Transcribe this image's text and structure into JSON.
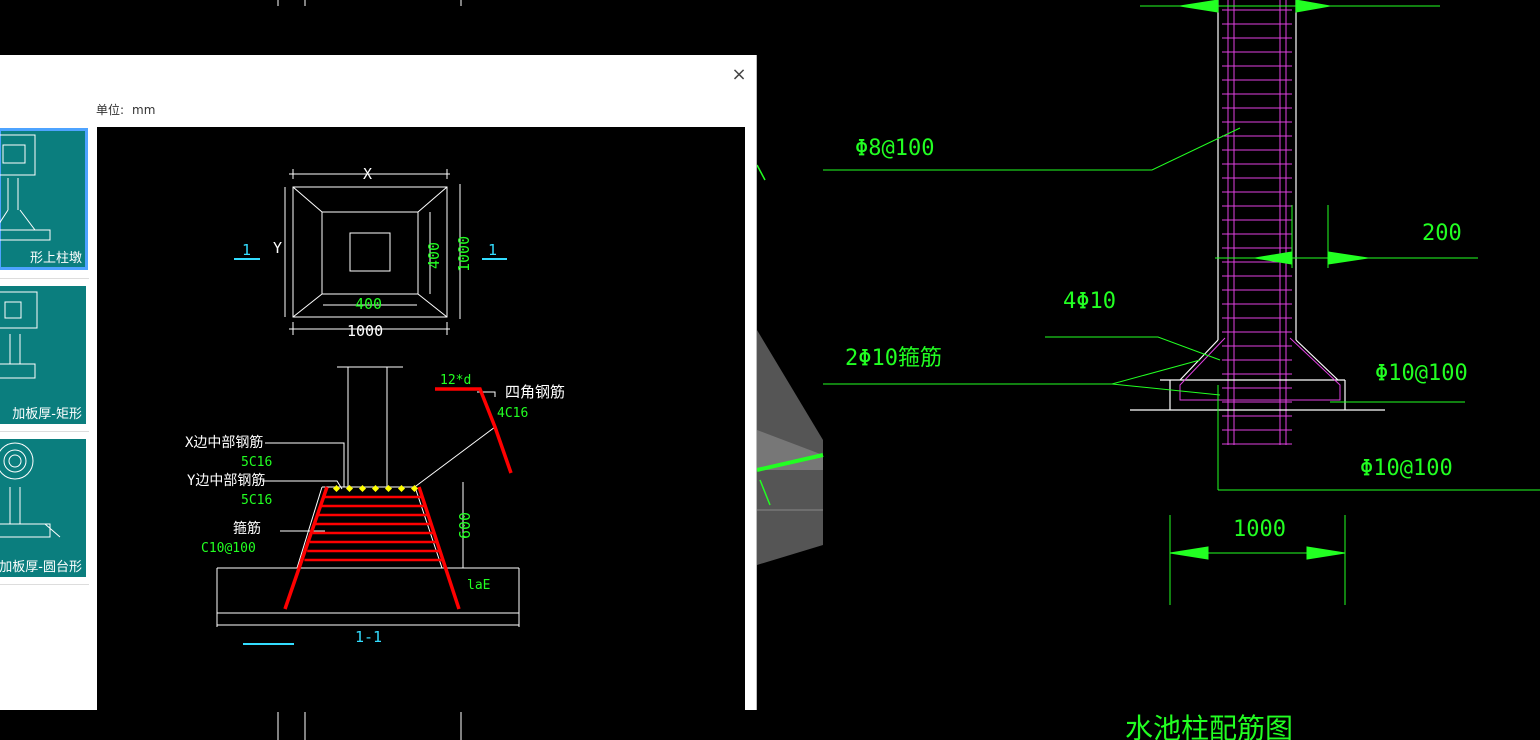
{
  "dialog": {
    "unit_label": "单位:",
    "unit_value": "mm",
    "close_glyph": "×",
    "list_items": [
      {
        "label": "形上柱墩"
      },
      {
        "label": "加板厚-矩形"
      },
      {
        "label": "加板厚-圆台形"
      }
    ]
  },
  "preview": {
    "plan_x": "X",
    "plan_y": "Y",
    "dim_400_v": "400",
    "dim_1000_v": "1000",
    "dim_400_h": "400",
    "dim_1000_h": "1000",
    "section_mark_left": "1",
    "section_mark_right": "1",
    "section_title": "1-1",
    "hook_len": "12*d",
    "corner_bar_label": "四角钢筋",
    "corner_bar_spec": "4C16",
    "x_mid_bar_label": "X边中部钢筋",
    "x_mid_bar_spec": "5C16",
    "y_mid_bar_label": "Y边中部钢筋",
    "y_mid_bar_spec": "5C16",
    "stirrup_label": "箍筋",
    "stirrup_spec": "C10@100",
    "height_600": "600",
    "anchor_label": "laE"
  },
  "drawing": {
    "label_phi8": "Φ8@100",
    "label_200": "200",
    "label_4phi10": "4Φ10",
    "label_2phi10": "2Φ10箍筋",
    "label_phi10_a": "Φ10@100",
    "label_phi10_b": "Φ10@100",
    "label_1000": "1000",
    "title": "水池柱配筋图"
  }
}
